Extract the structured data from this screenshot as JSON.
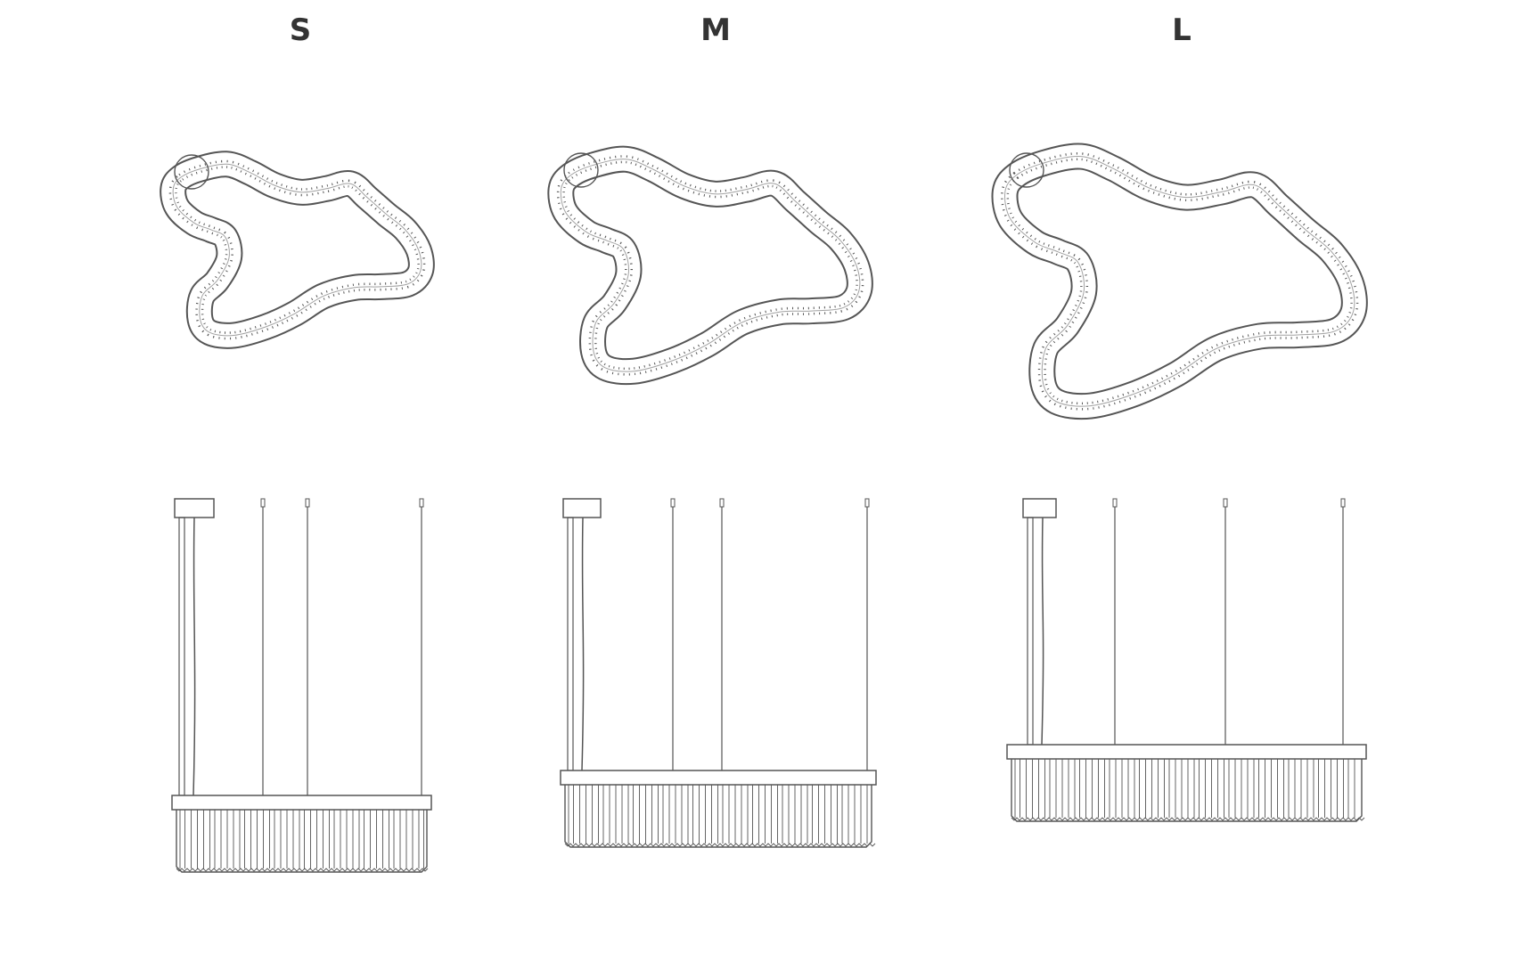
{
  "sizes": [
    {
      "key": "s",
      "label": "S"
    },
    {
      "key": "m",
      "label": "M"
    },
    {
      "key": "l",
      "label": "L"
    }
  ],
  "colors": {
    "line": "#555555",
    "label": "#333333",
    "background": "#ffffff"
  }
}
